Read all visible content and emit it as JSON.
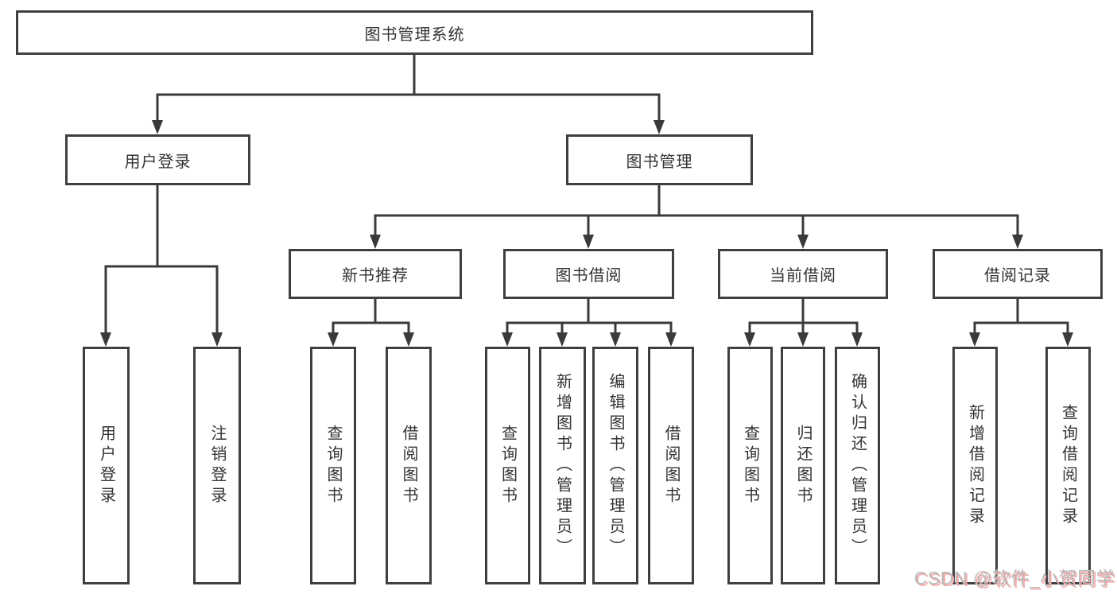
{
  "tree": {
    "label": "图书管理系统",
    "children": [
      {
        "label": "用户登录",
        "children": [
          {
            "label": "用户登录"
          },
          {
            "label": "注销登录"
          }
        ]
      },
      {
        "label": "图书管理",
        "children": [
          {
            "label": "新书推荐",
            "children": [
              {
                "label": "查询图书"
              },
              {
                "label": "借阅图书"
              }
            ]
          },
          {
            "label": "图书借阅",
            "children": [
              {
                "label": "查询图书"
              },
              {
                "label": "新增图书（管理员）"
              },
              {
                "label": "编辑图书（管理员）"
              },
              {
                "label": "借阅图书"
              }
            ]
          },
          {
            "label": "当前借阅",
            "children": [
              {
                "label": "查询图书"
              },
              {
                "label": "归还图书"
              },
              {
                "label": "确认归还（管理员）"
              }
            ]
          },
          {
            "label": "借阅记录",
            "children": [
              {
                "label": "新增借阅记录"
              },
              {
                "label": "查询借阅记录"
              }
            ]
          }
        ]
      }
    ]
  },
  "watermark": {
    "text": "CSDN @软件_小贺同学"
  },
  "colors": {
    "line": "#3a3a3a",
    "box_border": "#3f3f3f",
    "text": "#333333",
    "background": "#ffffff",
    "watermark_text": "#b9b9b9",
    "watermark_shadow": "#f5a6a6"
  }
}
